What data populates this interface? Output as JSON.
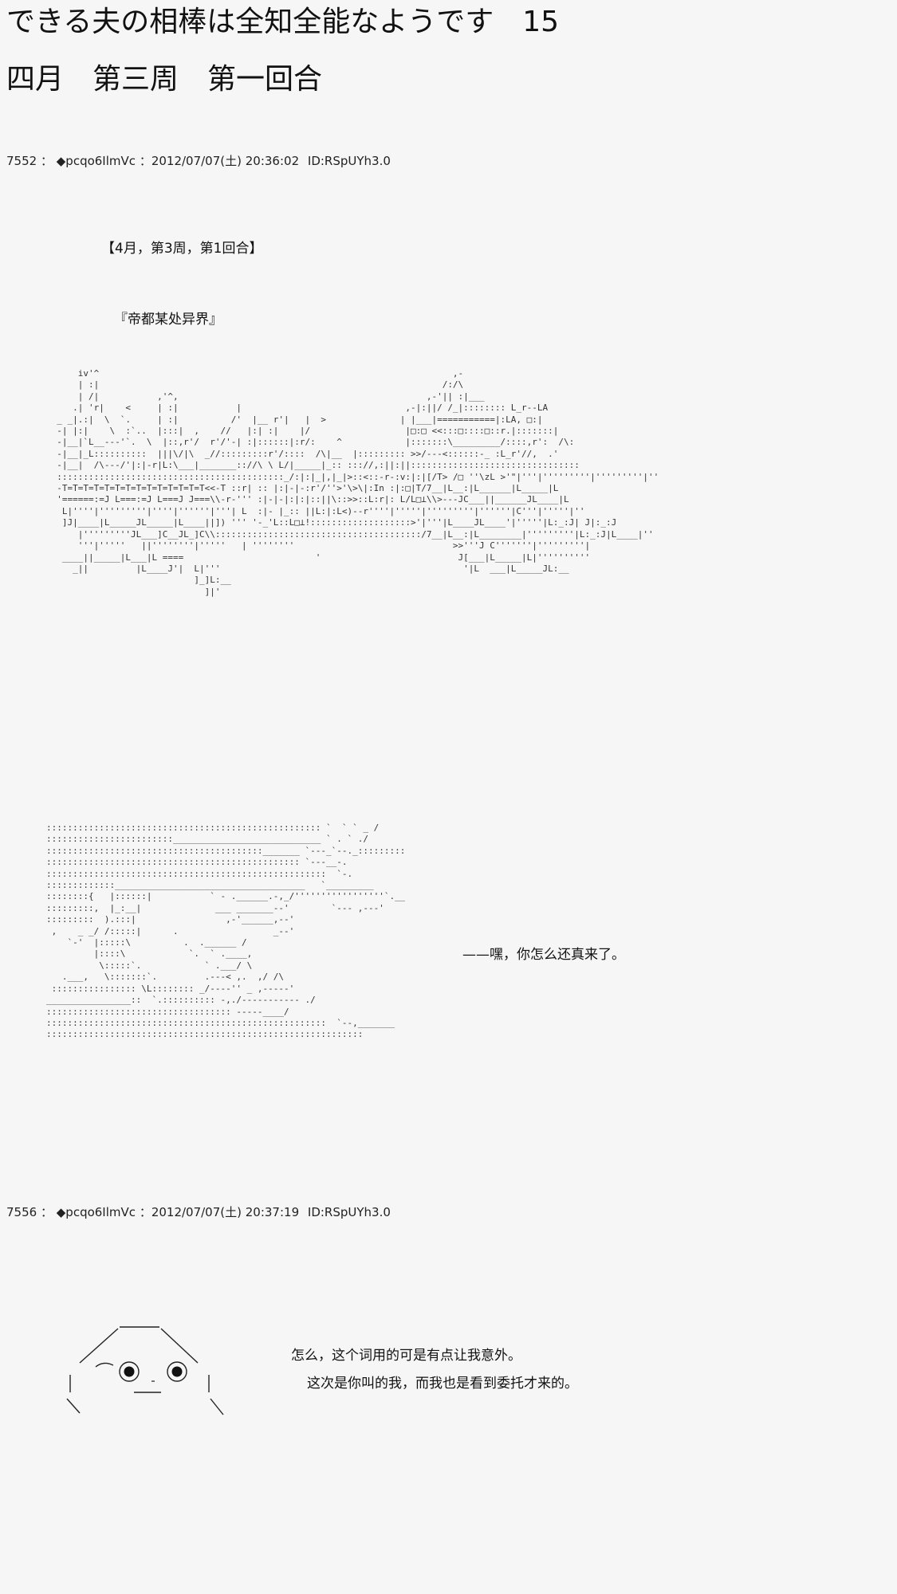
{
  "title": "できる夫の相棒は全知全能なようです　15",
  "subtitle": "四月　第三周　第一回合",
  "posts": [
    {
      "number": "7552",
      "separator": "：",
      "name": "◆pcqo6IlmVc",
      "date": "：2012/07/07(土) 20:36:02",
      "id": "ID:RSpUYh3.0",
      "lines": [
        "【4月，第3周，第1回合】",
        "『帝都某处异界』",
        "——嘿，你怎么还真来了。"
      ]
    },
    {
      "number": "7556",
      "separator": "：",
      "name": "◆pcqo6IlmVc",
      "date": "：2012/07/07(土) 20:37:19",
      "id": "ID:RSpUYh3.0",
      "lines": [
        "怎么，这个词用的可是有点让我意外。",
        "这次是你叫的我，而我也是看到委托才来的。"
      ]
    }
  ],
  "art": {
    "city": "      iv'^                                                                   ,-\n      | :|                                                                 /:/\\\n      | /|           ,'^,                                               ,-'|| :|___\n     .| 'r|    <     | :|           |                               ,-|:||/ /_|:::::::: L_r--LA\n  _ _|.:|  \\  `.     | :|          /'  |__ r'|   |  >              | |___|===========|:LA, □:|\n  -| |:|    \\  :`..  |:::|  ,    //   |:| :|    |/                  |□:□ <<:::□::::□::r.|:::::::|\n  -|__|`L__---'`.  \\  |::,r'/  r'/'-| :|::::::|:r/:    ^            |:::::::\\_________/::::,r':  /\\:\n  -|__|_L::::::::::  |||\\/|\\  _//:::::::::r'/::::  /\\|__  |::::::::: >>/---<::::::-_ :L_r'//,  .'\n  -|__|  /\\---/'|:|-r|L:\\___|_______:://\\ \\ L/|_____|_:: ::://,:||:||::::::::::::::::::::::::::::::::\n  :::::::::::::::::::::::::::::::::::::::::::_/:|:|_|,|_|>::<::-r-:v:|:|[/T> /□ ''\\zL >'\"|'''|'''''''''|'''''''''|''\n  -T=T=T=T=T=T=T=T=T=T=T=T=T=T<<-T ::r| :: |:|-|-:r'/''>'\\>\\|:In :|:□|T/7__|L__:|L______|L_____|L\n  '======:=J L===:=J L===J J===\\\\-r-''' :|-|-|:|:|::||\\::>>::L:r|: L/L□⊥\\\\>---JC___||______JL____|L\n   L|''''|'''''''''|''''|''''''|'''| L  :|- |_:: ||L:|:L<)--r''''|'''''|'''''''''|''''''|C'''|'''''|''\n   ]J|____|L_____JL_____|L____||]) ''' '-_'L::L□⊥!:::::::::::::::::::>'|'''|L____JL____'|'''''|L:_:J| J|:_:J\n      |'''''''''JL___]C__JL_]C\\\\:::::::::::::::::::::::::::::::::::::::/7__|L__:|L________|'''''''''|L:_:J|L____|''\n      '''|'''''   ||''''''''|'''''   | ''''''''                              >>'''J C'''''''|'''''''''|\n   ____||_____|L___|L ====                         '                          J[___|L_____|L|''''''''''\n     _||         |L____J'|  L|'''                                              '|L  ___|L_____JL:__\n                            ]_]L:__\n                              ]|'",
    "figure": ":::::::::::::::::::::::::::::::::::::::::::::::::::: `  ` ` _ /\n::::::::::::::::::::::::____________________________ ` . ` ./\n:::::::::::::::::::::::::::::::::::::::::_______ `---_`--._::::::::::,'\n:::::::::::::::::::::::::::::::::::::::::::::::: `---__-.\n:::::::::::::::::::::::::::::::::::::::::::::::::::::  `-.\n:::::::::::::____________________________________   `_________\n::::::::{   |::::::|           ` - .______.-,_/'''''''''''''''''`.__ ,\n:::::::::,  |_:__|              ___ _______--'        `--- ,---'\n:::::::::  ).:::|                 ,-'______,--'\n ,    _ _/ /:::::|      .                  _--'\n    `-'  |:::::\\          .  .______ /\n         |::::\\            `.  ` .____,\n          \\:::::`.            ` .___/ \\\n   .___,   \\:::::::`.         .---< ,.  ,/ /\\\n :::::::::::::::: \\L:::::::: _/----'' _ ,-----'\n________________::  `.:::::::::: -,./----------- ./\n::::::::::::::::::::::::::::::::::: -----____/\n:::::::::::::::::::::::::::::::::::::::::::::::::::::  `--,_______\n::::::::::::::::::::::::::::::::::::::::::::::::::::::::::::"
  }
}
